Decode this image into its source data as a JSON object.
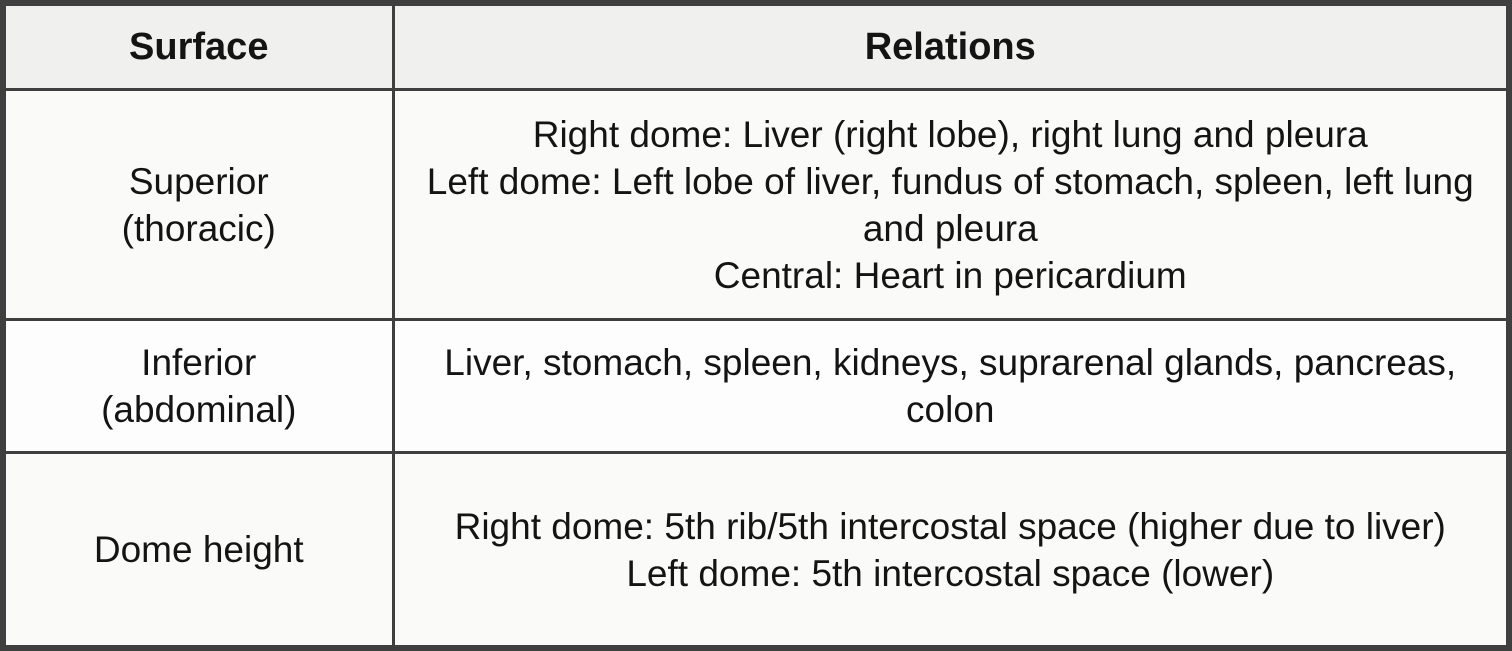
{
  "table": {
    "header": {
      "surface": "Surface",
      "relations": "Relations"
    },
    "rows": [
      {
        "surface_lines": [
          "Superior",
          "(thoracic)"
        ],
        "relations_lines": [
          "Right dome: Liver (right lobe), right lung and pleura",
          "Left dome: Left lobe of liver, fundus of stomach, spleen, left lung and pleura",
          "Central: Heart in pericardium"
        ]
      },
      {
        "surface_lines": [
          "Inferior",
          "(abdominal)"
        ],
        "relations_lines": [
          "Liver, stomach, spleen, kidneys, suprarenal glands, pancreas, colon"
        ]
      },
      {
        "surface_lines": [
          "Dome height"
        ],
        "relations_lines": [
          "Right dome: 5th rib/5th intercostal space (higher due to liver)",
          "Left dome: 5th intercostal space (lower)"
        ]
      }
    ]
  },
  "colors": {
    "border": "#3f3f3f",
    "header_bg": "#f0f0ef",
    "row_odd_bg": "#fafaf9",
    "row_even_bg": "#fdfdfd",
    "text": "#141414"
  }
}
